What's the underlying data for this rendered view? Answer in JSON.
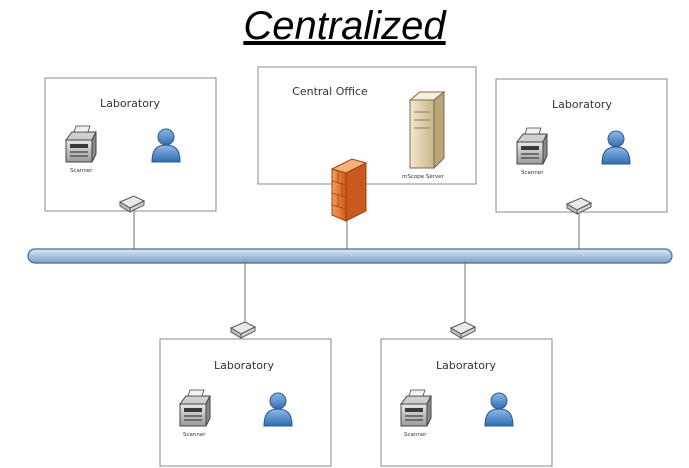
{
  "title": "Centralized",
  "central_office": {
    "label": "Central Office",
    "server_label": "mScope Server"
  },
  "labs": [
    {
      "label": "Laboratory",
      "scanner_label": "Scanner"
    },
    {
      "label": "Laboratory",
      "scanner_label": "Scanner"
    },
    {
      "label": "Laboratory",
      "scanner_label": "Scanner"
    },
    {
      "label": "Laboratory",
      "scanner_label": "Scanner"
    }
  ],
  "colors": {
    "network_bus": "#a8c4e0",
    "network_bus_outline": "#4a6a8a",
    "firewall": "#e8742a",
    "user": "#4a86c8",
    "box_border": "#8a8a8a"
  },
  "icons": [
    "scanner-icon",
    "user-icon",
    "server-icon",
    "firewall-icon",
    "switch-icon"
  ]
}
